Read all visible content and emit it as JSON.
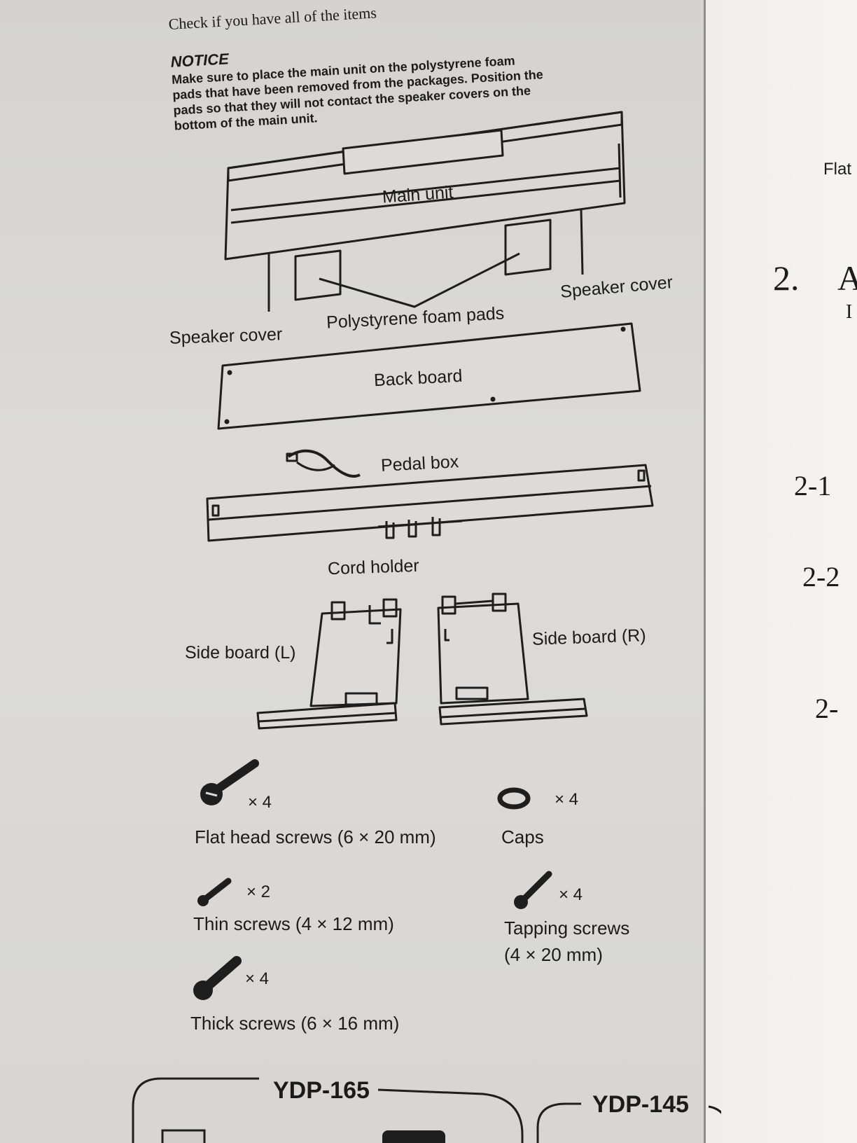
{
  "header": {
    "check_text": "Check if you have all of the items"
  },
  "notice": {
    "title": "NOTICE",
    "lines": [
      "Make sure to place the main unit on the polystyrene foam",
      "pads that have been removed from the packages. Position the",
      "pads so that they will not contact the speaker covers on the",
      "bottom of the main unit."
    ]
  },
  "parts": {
    "main_unit": "Main unit",
    "speaker_cover_left": "Speaker cover",
    "speaker_cover_right": "Speaker cover",
    "foam_pads": "Polystyrene foam pads",
    "back_board": "Back board",
    "pedal_box": "Pedal box",
    "cord_holder": "Cord holder",
    "side_board_l": "Side board (L)",
    "side_board_r": "Side board (R)"
  },
  "screws": {
    "flat_head": {
      "label": "Flat head screws (6 × 20 mm)",
      "qty": "× 4"
    },
    "caps": {
      "label": "Caps",
      "qty": "× 4"
    },
    "thin": {
      "label": "Thin screws (4 × 12 mm)",
      "qty": "× 2"
    },
    "tapping": {
      "label_line1": "Tapping screws",
      "label_line2": "(4 × 20 mm)",
      "qty": "× 4"
    },
    "thick": {
      "label": "Thick screws (6 × 16 mm)",
      "qty": "× 4"
    }
  },
  "models": {
    "left": "YDP-165",
    "right": "YDP-145"
  },
  "margin": {
    "flat": "Flat",
    "step2": "2.",
    "step2_letter": "A",
    "step2_sub": "I",
    "step2_1": "2-1",
    "step2_2": "2-2",
    "step2_3": "2-"
  }
}
